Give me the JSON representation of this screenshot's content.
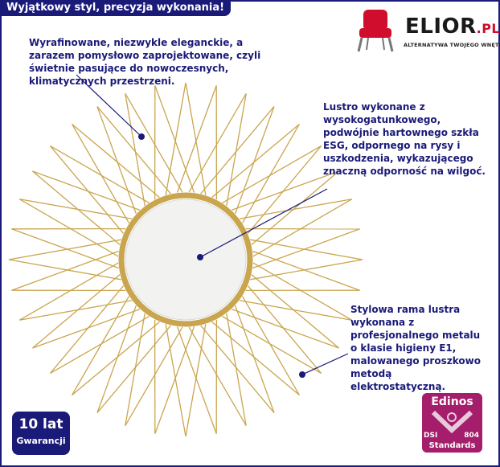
{
  "header": {
    "title": "Wyjątkowy styl, precyzja wykonania!"
  },
  "logo": {
    "word": "ELIOR",
    "suffix": ".PL",
    "tagline": "ALTERNATYWA TWOJEGO WNĘTRZA"
  },
  "callouts": [
    {
      "text": "Wyrafinowane, niezwykle eleganckie, a\nzarazem pomysłowo zaprojektowane, czyli\nświetnie pasujące do nowoczesnych,\nklimatycznych przestrzeni."
    },
    {
      "text": "Lustro wykonane z\nwysokogatunkowego,\npodwójnie hartownego  szkła\nESG, odpornego na rysy i\nuszkodzenia, wykazującego\nznaczną odporność na wilgoć."
    },
    {
      "text": "Stylowa rama lustra\nwykonana z\nprofesjonalnego metalu\no klasie higieny E1,\nmalowanego proszkowo\nmetodą\nelektrostatyczną."
    }
  ],
  "warranty": {
    "line1": "10 lat",
    "line2": "Gwarancji"
  },
  "edinos": {
    "name": "Edinos",
    "code": "DSI",
    "number": "804",
    "standards": "Standards"
  },
  "colors": {
    "text": "#1a1a78",
    "gold": "#c9a54e",
    "badge": "#1a1a78",
    "edinos": "#a51e6b",
    "brand_red": "#d10d2d"
  }
}
